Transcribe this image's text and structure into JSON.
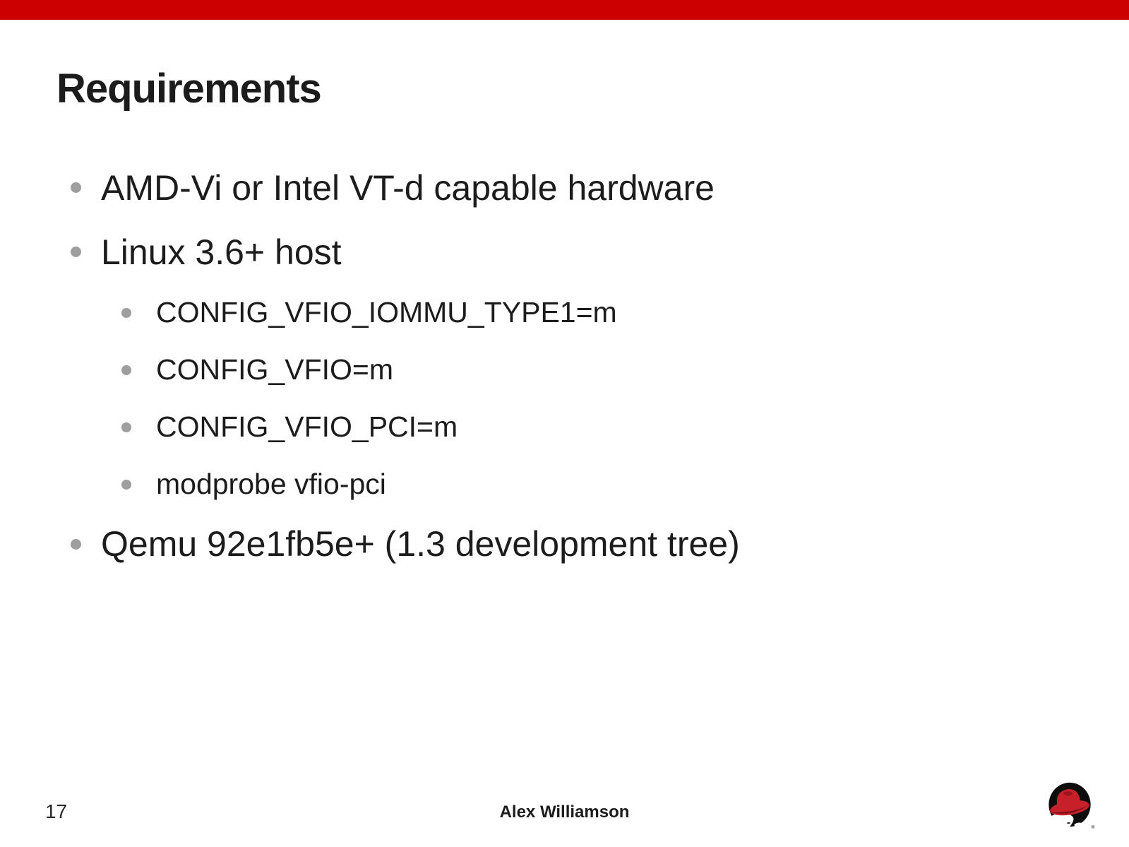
{
  "slide": {
    "title": "Requirements",
    "bullets": [
      {
        "level": 1,
        "text": "AMD-Vi or Intel VT-d capable hardware"
      },
      {
        "level": 1,
        "text": "Linux 3.6+ host"
      },
      {
        "level": 2,
        "text": "CONFIG_VFIO_IOMMU_TYPE1=m"
      },
      {
        "level": 2,
        "text": "CONFIG_VFIO=m"
      },
      {
        "level": 2,
        "text": "CONFIG_VFIO_PCI=m"
      },
      {
        "level": 2,
        "text": "modprobe vfio-pci"
      },
      {
        "level": 1,
        "text": "Qemu 92e1fb5e+ (1.3 development tree)"
      }
    ]
  },
  "footer": {
    "page_number": "17",
    "author": "Alex Williamson",
    "logo": "redhat-shadowman-logo"
  },
  "colors": {
    "accent_red": "#cc0000",
    "hat_red": "#c8202a",
    "text": "#1c1c1c",
    "bullet_gray": "#9e9e9e"
  }
}
